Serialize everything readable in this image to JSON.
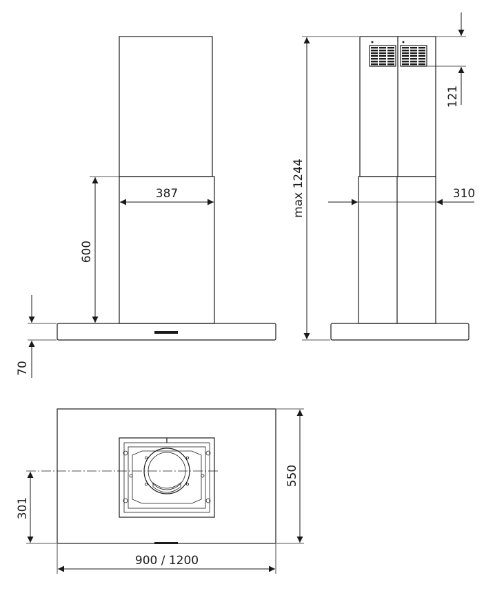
{
  "dimensions": {
    "width_inner": "387",
    "height_lower_chimney": "600",
    "canopy_thickness": "70",
    "max_height": "max 1244",
    "chimney_depth": "310",
    "vent_height": "121",
    "depth": "550",
    "center_offset": "301",
    "width": "900 / 1200"
  }
}
